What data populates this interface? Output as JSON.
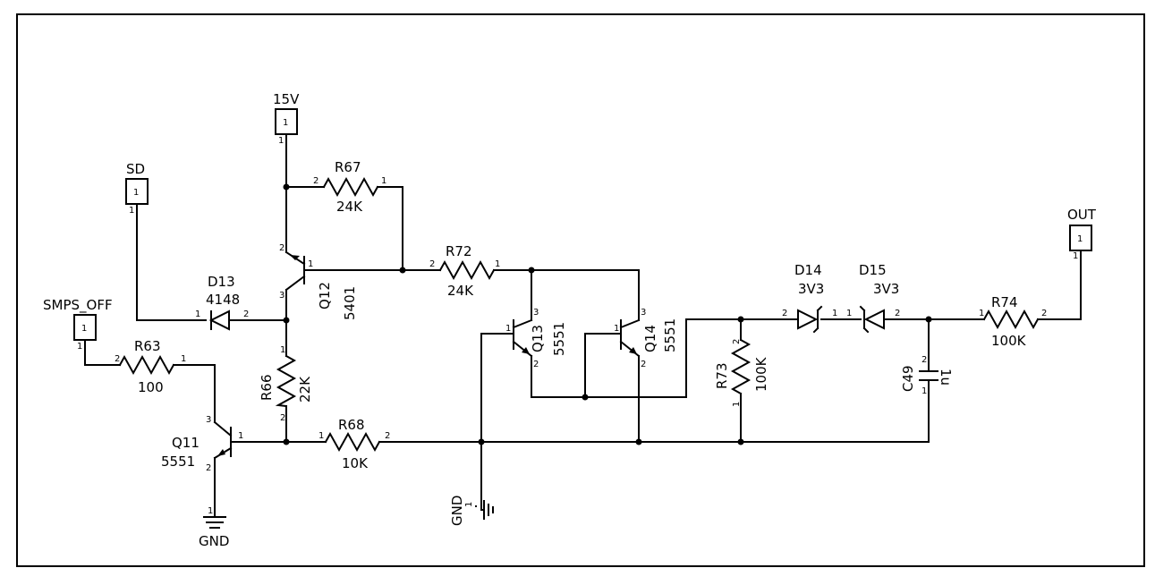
{
  "ports": {
    "v15": {
      "name": "15V",
      "pin": "1"
    },
    "sd": {
      "name": "SD",
      "pin": "1"
    },
    "smps_off": {
      "name": "SMPS_OFF",
      "pin": "1"
    },
    "out": {
      "name": "OUT",
      "pin": "1"
    }
  },
  "grounds": {
    "gnd1": {
      "name": "GND",
      "pin": "1"
    },
    "gnd2": {
      "name": "GND",
      "pin": "1"
    }
  },
  "resistors": {
    "r67": {
      "ref": "R67",
      "value": "24K",
      "pin_a": "2",
      "pin_b": "1"
    },
    "r72": {
      "ref": "R72",
      "value": "24K",
      "pin_a": "2",
      "pin_b": "1"
    },
    "r63": {
      "ref": "R63",
      "value": "100",
      "pin_a": "2",
      "pin_b": "1"
    },
    "r66": {
      "ref": "R66",
      "value": "22K",
      "pin_a": "1",
      "pin_b": "2"
    },
    "r68": {
      "ref": "R68",
      "value": "10K",
      "pin_a": "1",
      "pin_b": "2"
    },
    "r73": {
      "ref": "R73",
      "value": "100K",
      "pin_a": "2",
      "pin_b": "1"
    },
    "r74": {
      "ref": "R74",
      "value": "100K",
      "pin_a": "1",
      "pin_b": "2"
    }
  },
  "diodes": {
    "d13": {
      "ref": "D13",
      "value": "4148",
      "pin_a": "1",
      "pin_b": "2"
    },
    "d14": {
      "ref": "D14",
      "value": "3V3",
      "pin_a": "2",
      "pin_b": "1"
    },
    "d15": {
      "ref": "D15",
      "value": "3V3",
      "pin_a": "1",
      "pin_b": "2"
    }
  },
  "transistors": {
    "q11": {
      "ref": "Q11",
      "value": "5551",
      "pin_b": "1",
      "pin_c": "3",
      "pin_e": "2"
    },
    "q12": {
      "ref": "Q12",
      "value": "5401",
      "pin_b": "1",
      "pin_e": "2",
      "pin_c": "3"
    },
    "q13": {
      "ref": "Q13",
      "value": "5551",
      "pin_b": "1",
      "pin_c": "3",
      "pin_e": "2"
    },
    "q14": {
      "ref": "Q14",
      "value": "5551",
      "pin_b": "1",
      "pin_c": "3",
      "pin_e": "2"
    }
  },
  "capacitors": {
    "c49": {
      "ref": "C49",
      "value": "1u",
      "pin_a": "2",
      "pin_b": "1"
    }
  }
}
